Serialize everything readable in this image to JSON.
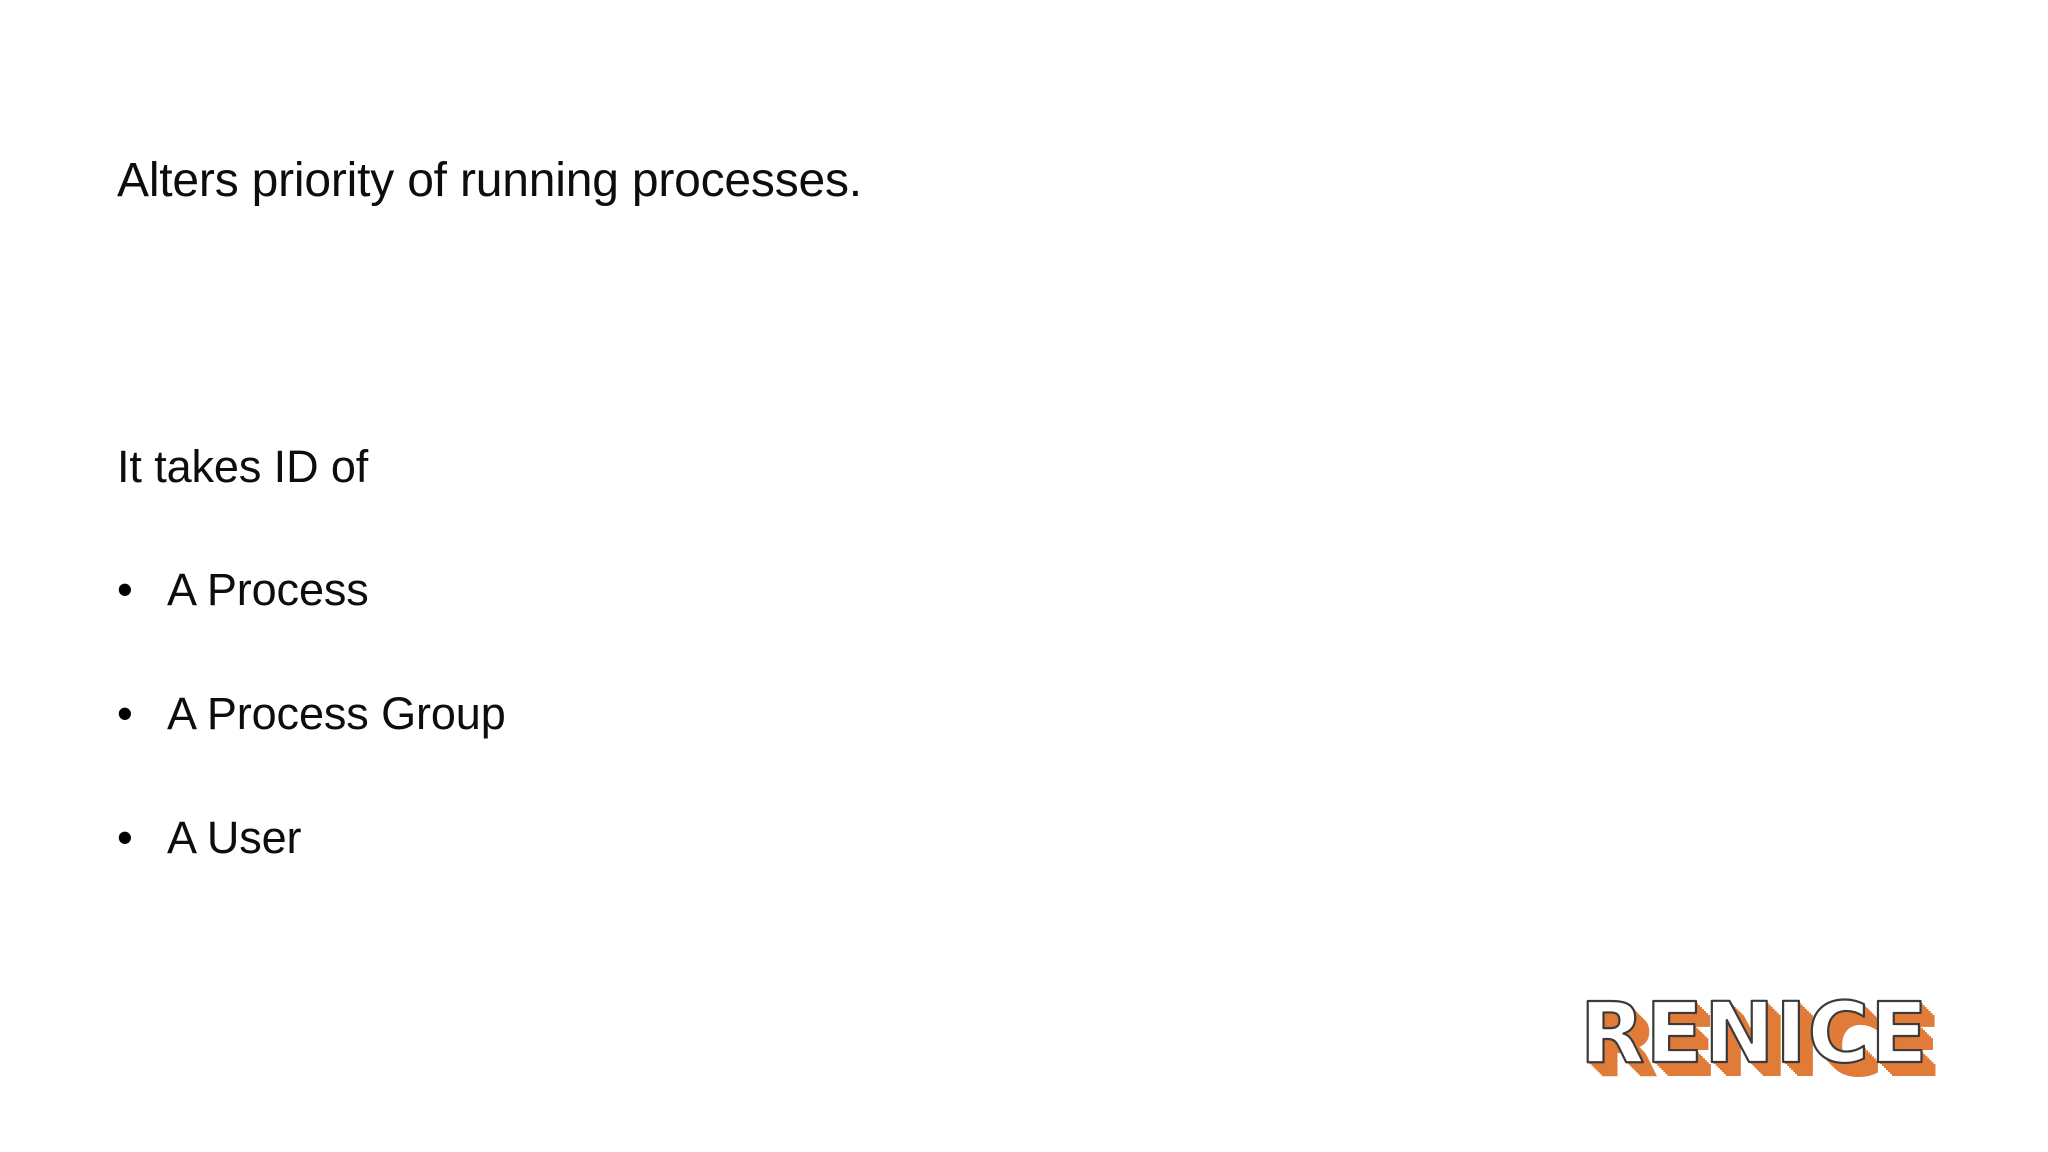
{
  "slide": {
    "background_color": "#ffffff",
    "text_color": "#0d0d0d",
    "title": "Alters priority of running processes.",
    "intro": "It takes ID of",
    "bullets": [
      {
        "marker": "•",
        "label": "A Process"
      },
      {
        "marker": "•",
        "label": "A Process Group"
      },
      {
        "marker": "•",
        "label": "A User"
      }
    ],
    "wordart": {
      "text": "RENICE",
      "fill_color": "#ffffff",
      "outline_color": "#3b3b3b",
      "extrusion_color": "#e07b38"
    }
  }
}
